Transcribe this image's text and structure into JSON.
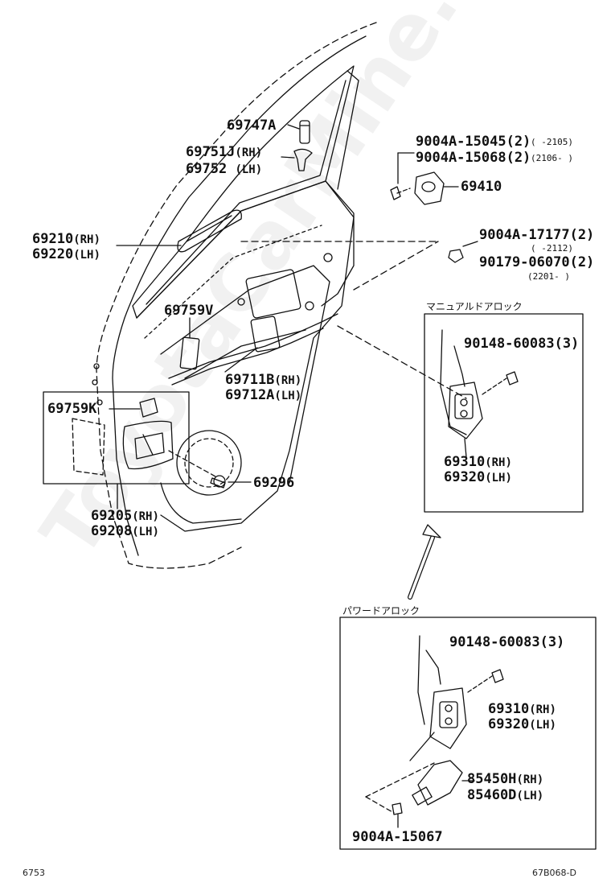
{
  "colors": {
    "line": "#111111",
    "watermark": "rgba(0,0,0,0.055)"
  },
  "watermark": "ToyotaCarMine.ru",
  "parts": {
    "p69747A": "69747A",
    "p69751J": "69751J",
    "p69752": "69752",
    "p69210": "69210",
    "p69220": "69220",
    "p69759V": "69759V",
    "p69711B": "69711B",
    "p69712A": "69712A",
    "p69759K": "69759K",
    "p69296": "69296",
    "p69205": "69205",
    "p69208": "69208",
    "p9004A15045": "9004A-15045(2)",
    "p9004A15068": "9004A-15068(2)",
    "p69410": "69410",
    "p9004A17177": "9004A-17177(2)",
    "p9017906070": "90179-06070(2)",
    "p9014860083_manual": "90148-60083(3)",
    "p69310_manual": "69310",
    "p69320_manual": "69320",
    "p9014860083_power": "90148-60083(3)",
    "p69310_power": "69310",
    "p69320_power": "69320",
    "p85450H": "85450H",
    "p85460D": "85460D",
    "p9004A15067": "9004A-15067"
  },
  "sides": {
    "rh": "(RH)",
    "lh": "(LH)"
  },
  "ranges": {
    "r2105": "(    -2105)",
    "r2106": "(2106-    )",
    "r2112": "(    -2112)",
    "r2201": "(2201-    )"
  },
  "captions": {
    "manual_lock": "マニュアルドアロック",
    "power_lock": "パワードアロック"
  },
  "footer": {
    "left": "6753",
    "right": "67B068-D"
  }
}
